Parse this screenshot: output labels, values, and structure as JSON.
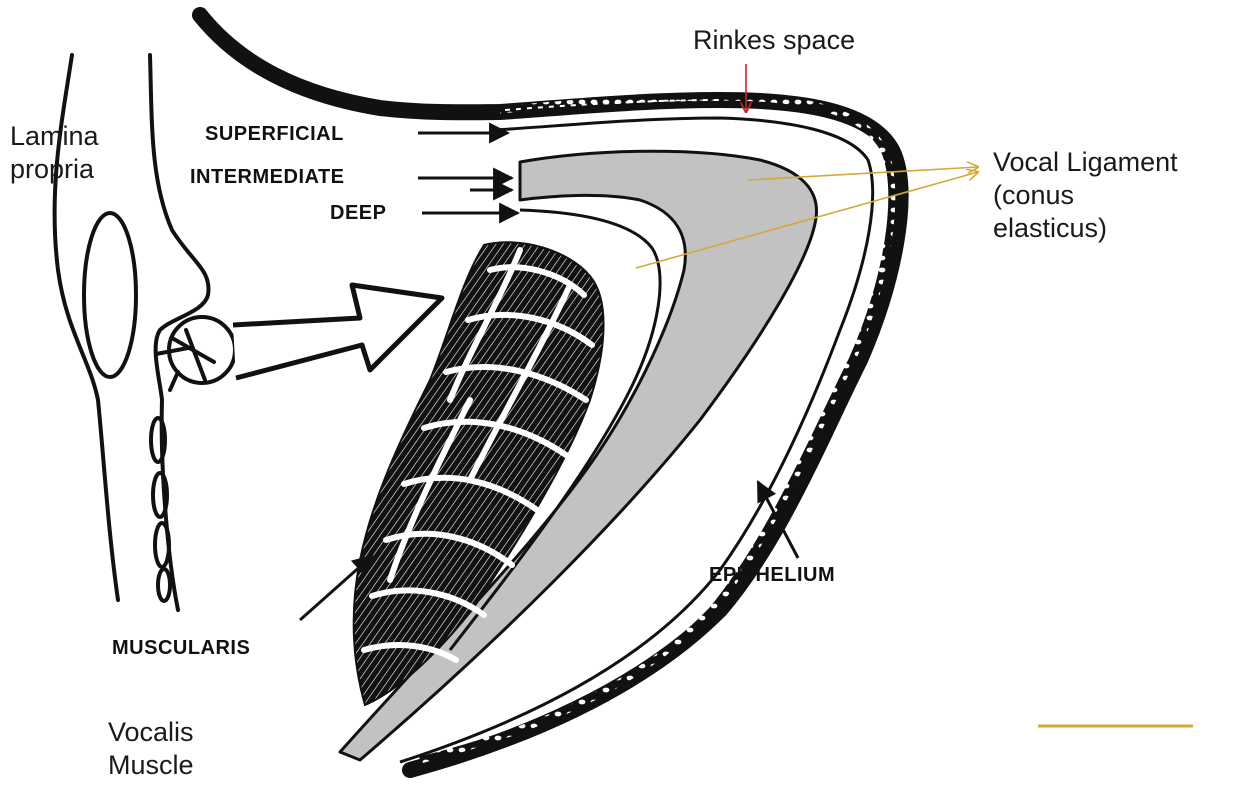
{
  "labels": {
    "lamina_propria": [
      "Lamina",
      "propria"
    ],
    "superficial": "SUPERFICIAL",
    "intermediate": "INTERMEDIATE",
    "deep": "DEEP",
    "muscularis": "MUSCULARIS",
    "epithelium": "EPITHELIUM",
    "rinkes_space": "Rinkes space",
    "vocal_ligament": [
      "Vocal Ligament",
      "(conus",
      "elasticus)"
    ],
    "vocalis_muscle": [
      "Vocalis",
      "Muscle"
    ]
  },
  "colors": {
    "ink": "#111111",
    "ligament_fill": "#c2c2c2",
    "annotation_gold": "#d4a93a",
    "annotation_red": "#c62828",
    "background": "#ffffff"
  }
}
